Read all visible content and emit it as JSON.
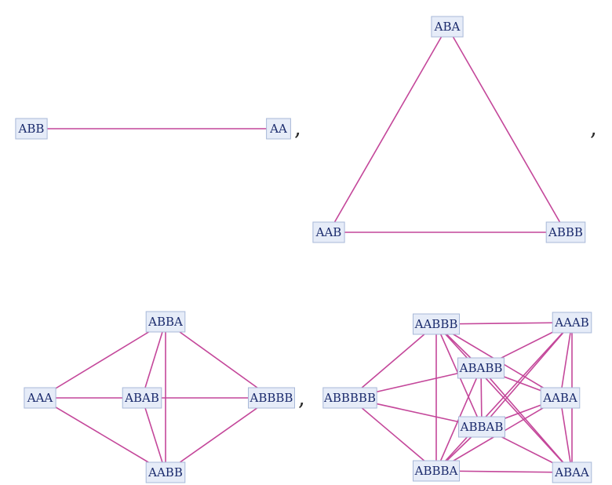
{
  "graphs": [
    {
      "nodes": [
        "ABB",
        "AA"
      ],
      "edges": [
        [
          "ABB",
          "AA"
        ]
      ],
      "separator": ","
    },
    {
      "nodes": [
        "ABA",
        "AAB",
        "ABBB"
      ],
      "edges": [
        [
          "ABA",
          "AAB"
        ],
        [
          "ABA",
          "ABBB"
        ],
        [
          "AAB",
          "ABBB"
        ]
      ],
      "separator": ","
    },
    {
      "nodes": [
        "ABBA",
        "AAA",
        "ABAB",
        "ABBBB",
        "AABB"
      ],
      "edges": [
        [
          "ABBA",
          "AAA"
        ],
        [
          "ABBA",
          "ABAB"
        ],
        [
          "ABBA",
          "ABBBB"
        ],
        [
          "ABBA",
          "AABB"
        ],
        [
          "AAA",
          "ABAB"
        ],
        [
          "AAA",
          "AABB"
        ],
        [
          "ABAB",
          "ABBBB"
        ],
        [
          "ABAB",
          "AABB"
        ],
        [
          "ABBBB",
          "AABB"
        ]
      ],
      "separator": ","
    },
    {
      "nodes": [
        "AABBB",
        "AAAB",
        "ABABB",
        "ABBBBB",
        "AABA",
        "ABBAB",
        "ABBBA",
        "ABAA"
      ],
      "edges": [
        [
          "AABBB",
          "AAAB"
        ],
        [
          "AABBB",
          "ABABB"
        ],
        [
          "AABBB",
          "ABBBBB"
        ],
        [
          "AABBB",
          "AABA"
        ],
        [
          "AABBB",
          "ABBAB"
        ],
        [
          "AABBB",
          "ABBBA"
        ],
        [
          "AABBB",
          "ABAA"
        ],
        [
          "AAAB",
          "ABABB"
        ],
        [
          "AAAB",
          "AABA"
        ],
        [
          "AAAB",
          "ABBAB"
        ],
        [
          "AAAB",
          "ABBBA"
        ],
        [
          "AAAB",
          "ABAA"
        ],
        [
          "ABABB",
          "ABBBBB"
        ],
        [
          "ABABB",
          "AABA"
        ],
        [
          "ABABB",
          "ABBAB"
        ],
        [
          "ABABB",
          "ABBBA"
        ],
        [
          "ABABB",
          "ABAA"
        ],
        [
          "ABBBBB",
          "ABBAB"
        ],
        [
          "ABBBBB",
          "ABBBA"
        ],
        [
          "AABA",
          "ABBAB"
        ],
        [
          "AABA",
          "ABBBA"
        ],
        [
          "AABA",
          "ABAA"
        ],
        [
          "ABBAB",
          "ABBBA"
        ],
        [
          "ABBAB",
          "ABAA"
        ],
        [
          "ABBBA",
          "ABAA"
        ]
      ],
      "separator": ""
    }
  ],
  "colors": {
    "edge": "#c4479a",
    "node_fill": "#e6ecf8",
    "node_border": "#a8b8d8",
    "node_text": "#1a2a6c"
  }
}
